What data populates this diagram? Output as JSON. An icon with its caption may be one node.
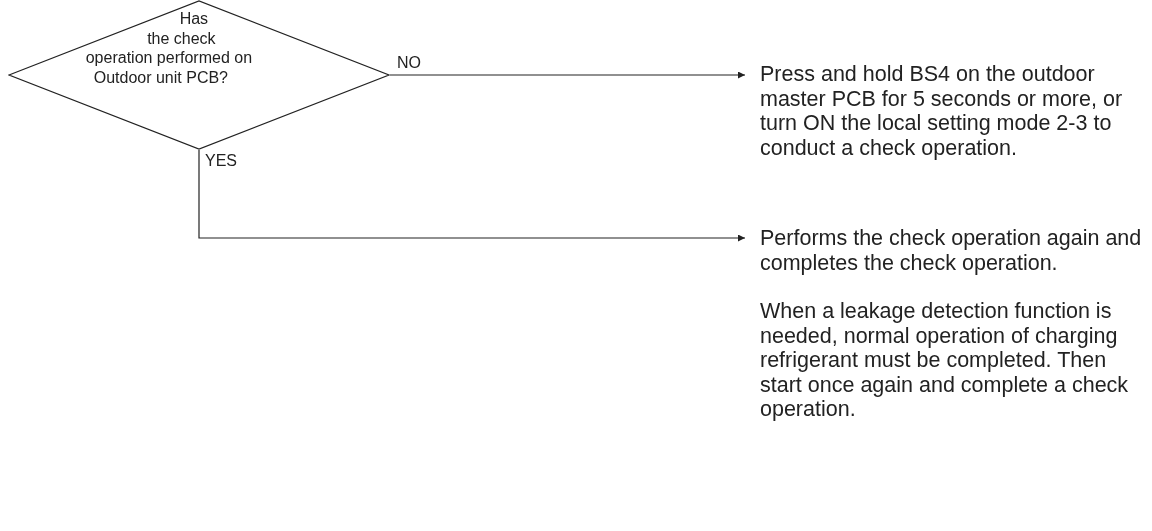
{
  "diagram": {
    "nodes": [
      {
        "text": [
          "Has the check operation performed on Outdoor unit PCB?"
        ]
      },
      {
        "text": [
          "Press and hold BS4 on the outdoor master PCB for 5 seconds or more, or turn ON the local setting mode 2-3 to conduct a check operation."
        ]
      },
      {
        "text": [
          "Performs the check operation again and completes the check operation.",
          "When a leakage detection function is needed, normal operation of charging refrigerant must be completed. Then start once again and complete a check operation."
        ]
      }
    ],
    "edges": [
      {
        "from": 0,
        "to": 1,
        "arrow": "to",
        "label": "NO"
      },
      {
        "from": 0,
        "to": 2,
        "arrow": "to",
        "label": "YES"
      }
    ]
  }
}
